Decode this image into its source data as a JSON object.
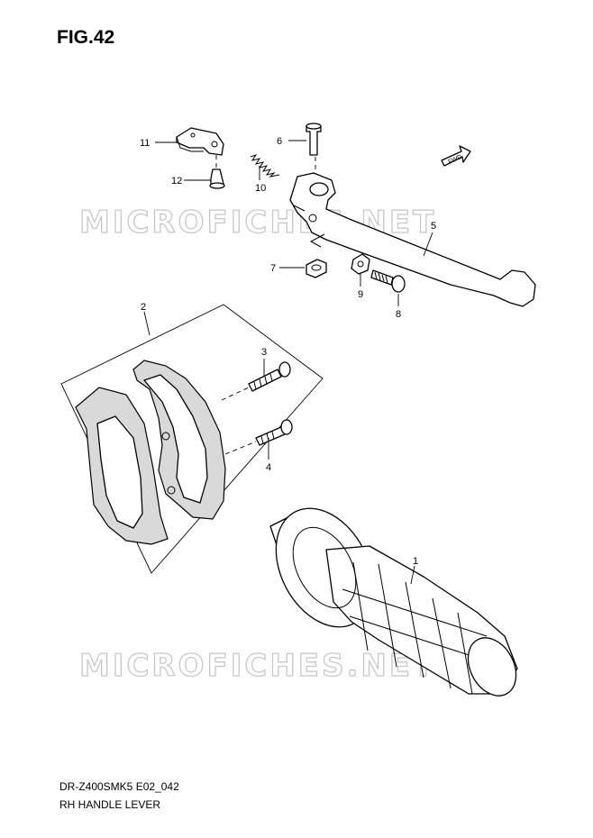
{
  "figure": {
    "title": "FIG.42"
  },
  "caption": {
    "code": "DR-Z400SMK5 E02_042",
    "name": "RH HANDLE LEVER"
  },
  "watermark": {
    "text": "MICROFICHES.NET"
  },
  "direction_mark": {
    "text": "FWD"
  },
  "callouts": {
    "p1": "1",
    "p2": "2",
    "p3": "3",
    "p4": "4",
    "p5": "5",
    "p6": "6",
    "p7": "7",
    "p8": "8",
    "p9": "9",
    "p10": "10",
    "p11": "11",
    "p12": "12"
  },
  "parts": [
    {
      "callout": "1",
      "icon": "handle-grip-icon"
    },
    {
      "callout": "2",
      "icon": "bracket-set-icon"
    },
    {
      "callout": "3",
      "icon": "screw-icon"
    },
    {
      "callout": "4",
      "icon": "screw-icon"
    },
    {
      "callout": "5",
      "icon": "brake-lever-icon"
    },
    {
      "callout": "6",
      "icon": "pivot-bolt-icon"
    },
    {
      "callout": "7",
      "icon": "nut-icon"
    },
    {
      "callout": "8",
      "icon": "bolt-icon"
    },
    {
      "callout": "9",
      "icon": "nut-icon"
    },
    {
      "callout": "10",
      "icon": "spring-icon"
    },
    {
      "callout": "11",
      "icon": "switch-icon"
    },
    {
      "callout": "12",
      "icon": "screw-icon"
    }
  ]
}
